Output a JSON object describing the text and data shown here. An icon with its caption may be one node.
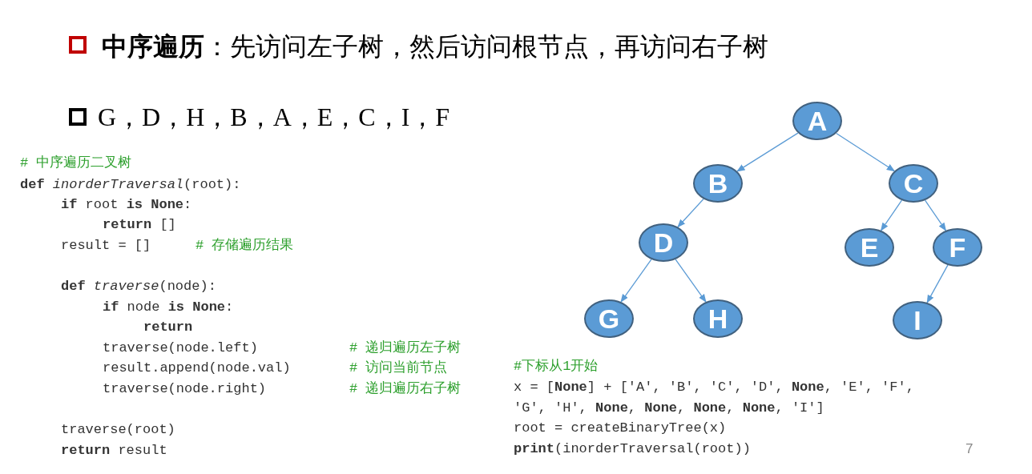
{
  "diagram": {
    "title": "**中序遍历**：先访问左子树，然后访问根节点，再访问右子树",
    "nodes": [
      {
        "text": [
          "A"
        ]
      },
      {
        "text": [
          "B"
        ]
      },
      {
        "text": [
          "C"
        ]
      },
      {
        "text": [
          "D"
        ]
      },
      {
        "text": [
          "E"
        ]
      },
      {
        "text": [
          "F"
        ]
      },
      {
        "text": [
          "G"
        ]
      },
      {
        "text": [
          "H"
        ]
      },
      {
        "text": [
          "I"
        ]
      }
    ],
    "edges": [
      {
        "from": 0,
        "to": 1,
        "arrow": "to"
      },
      {
        "from": 0,
        "to": 2,
        "arrow": "to"
      },
      {
        "from": 1,
        "to": 3,
        "arrow": "to"
      },
      {
        "from": 2,
        "to": 4,
        "arrow": "to"
      },
      {
        "from": 2,
        "to": 5,
        "arrow": "to"
      },
      {
        "from": 3,
        "to": 6,
        "arrow": "to"
      },
      {
        "from": 3,
        "to": 7,
        "arrow": "to"
      },
      {
        "from": 5,
        "to": 8,
        "arrow": "to"
      }
    ],
    "labels": [
      "G，D，H，B，A，E，C，I，F",
      "# 中序遍历二叉树",
      "**def** *inorderTraversal*(root):",
      "**if** root **is** **None**:",
      "**return** []",
      "result = []",
      "# 存储遍历结果",
      "**def** *traverse*(node):",
      "**if** node **is** **None**:",
      "**return**",
      "traverse(node.left)",
      "# 递归遍历左子树",
      "result.append(node.val)",
      "# 访问当前节点",
      "traverse(node.right)",
      "# 递归遍历右子树",
      "traverse(root)",
      "**return** result",
      "#下标从1开始",
      "x = [**None**] + ['A', 'B', 'C', 'D', **None**, 'E', 'F',",
      "'G', 'H', **None**, **None**, **None**, **None**, 'I']",
      "root = createBinaryTree(x)",
      "**print**(inorderTraversal(root))",
      "7"
    ]
  }
}
